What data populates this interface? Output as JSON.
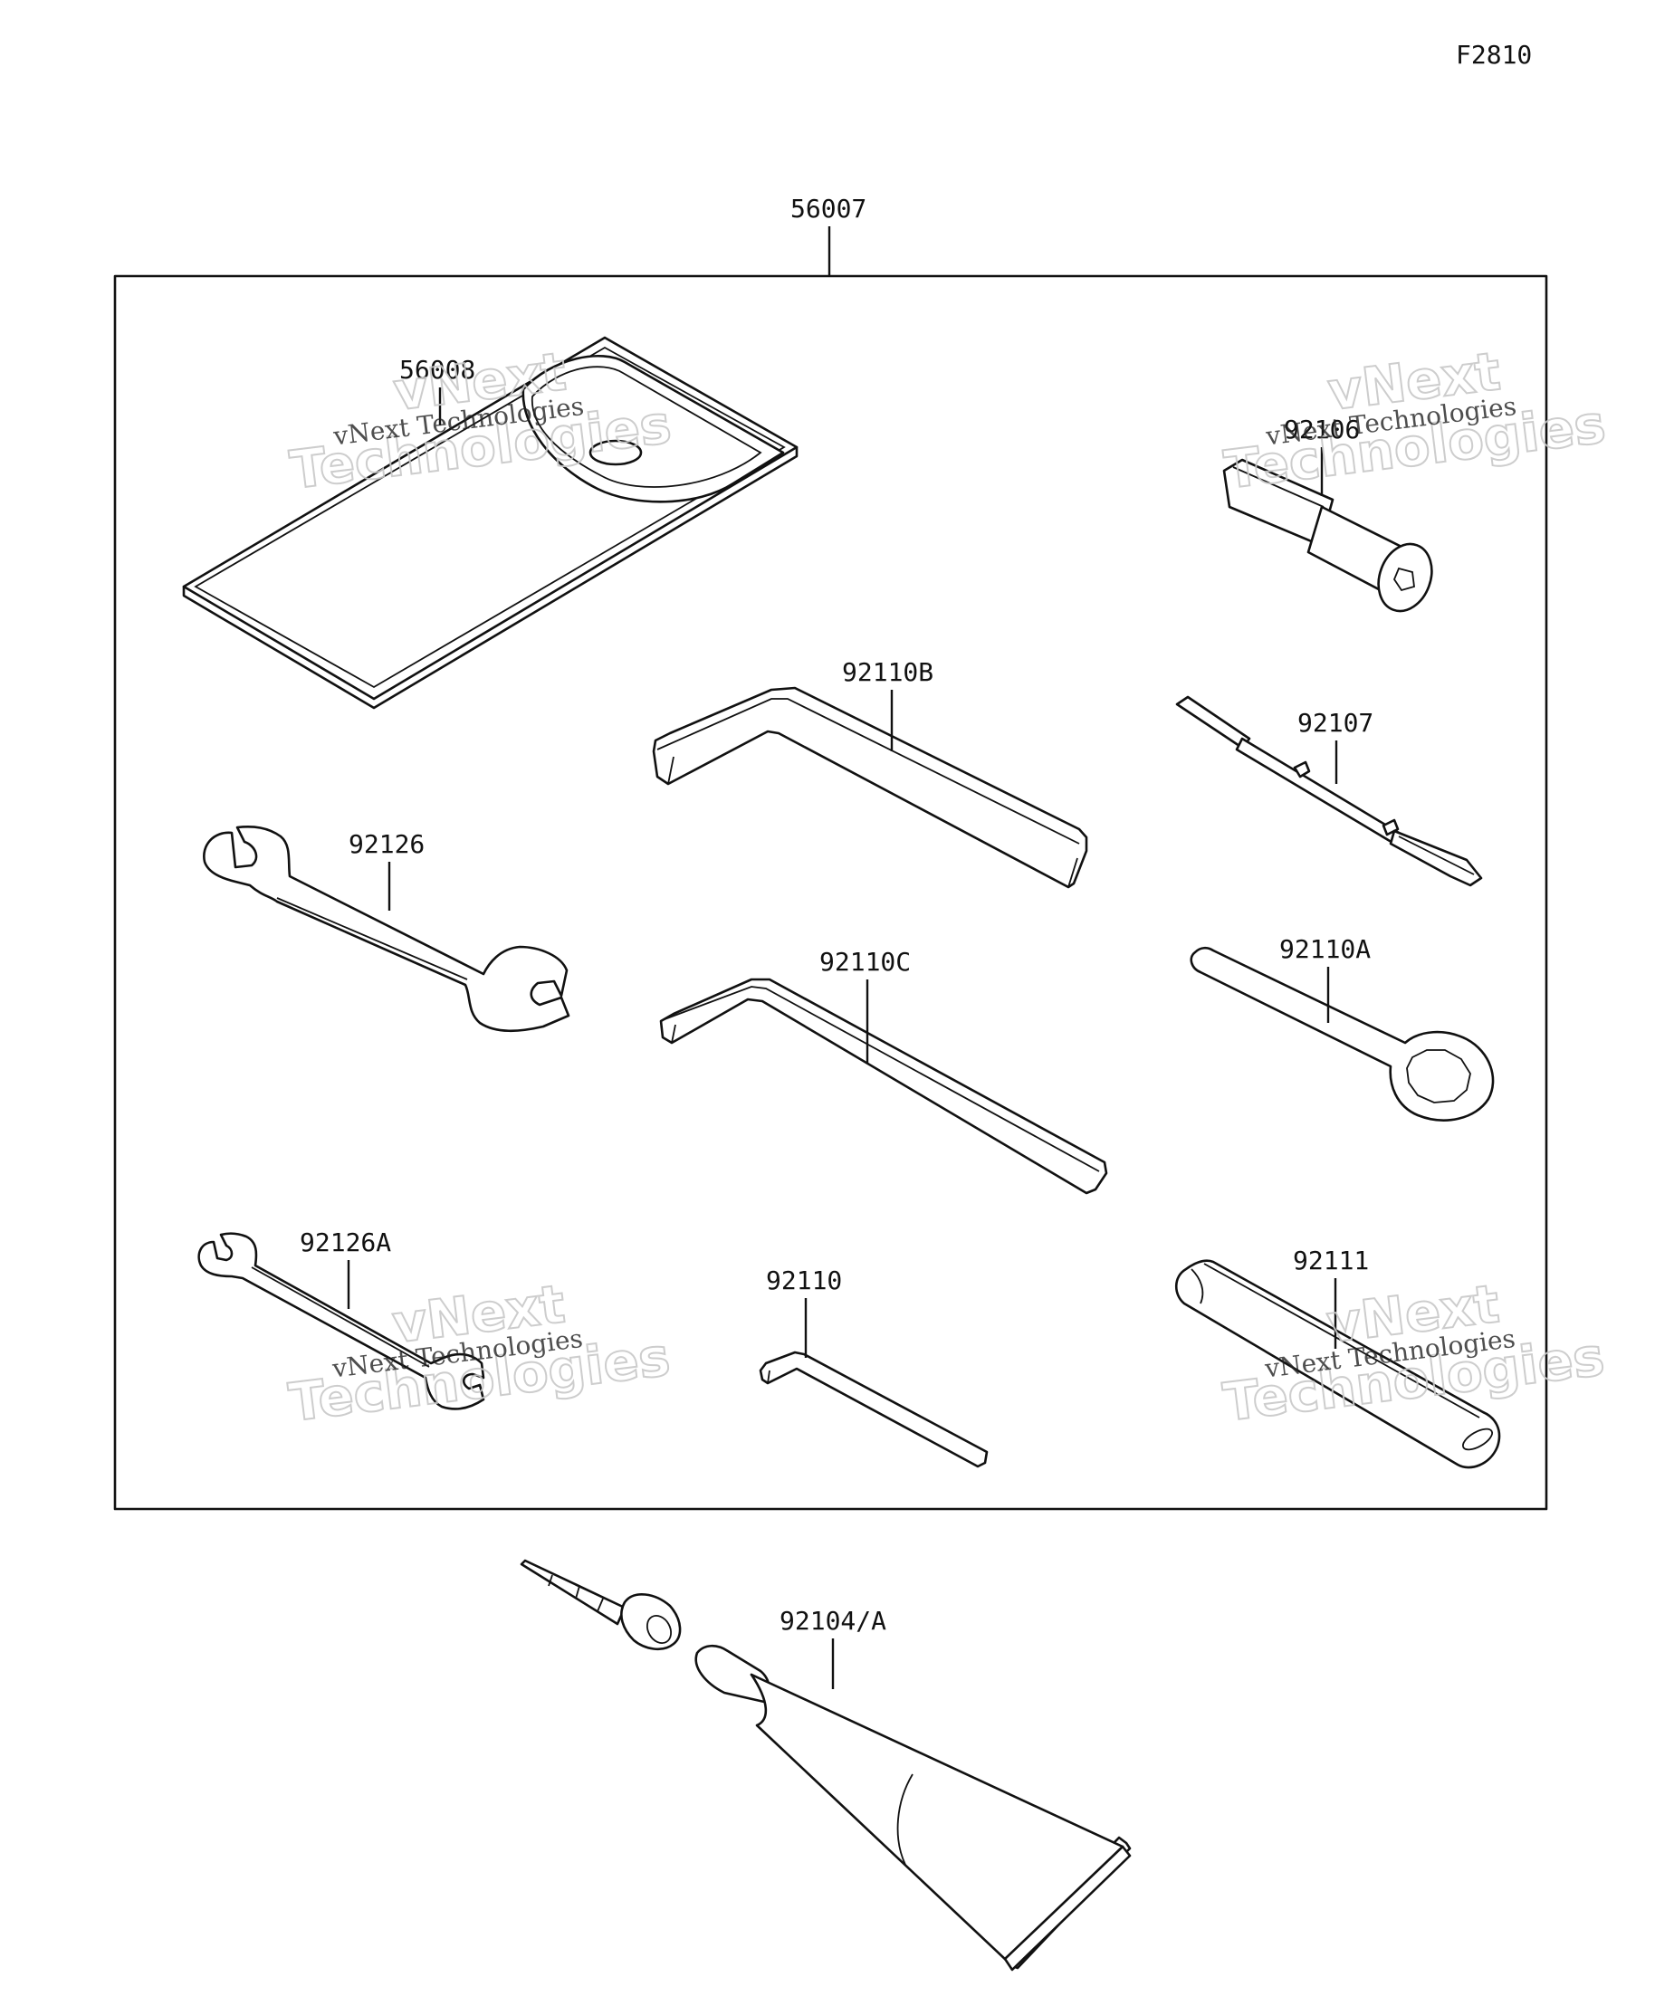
{
  "figure_code": "F2810",
  "kit_ref": "56007",
  "parts": {
    "p56008": "56008",
    "p92106": "92106",
    "p92110B": "92110B",
    "p92107": "92107",
    "p92126": "92126",
    "p92110C": "92110C",
    "p92110A": "92110A",
    "p92126A": "92126A",
    "p92110": "92110",
    "p92111": "92111",
    "p92104A": "92104/A"
  },
  "watermark": {
    "line1": "vNext Technologies",
    "line2a": "vNext",
    "line2b": "Technologies"
  }
}
